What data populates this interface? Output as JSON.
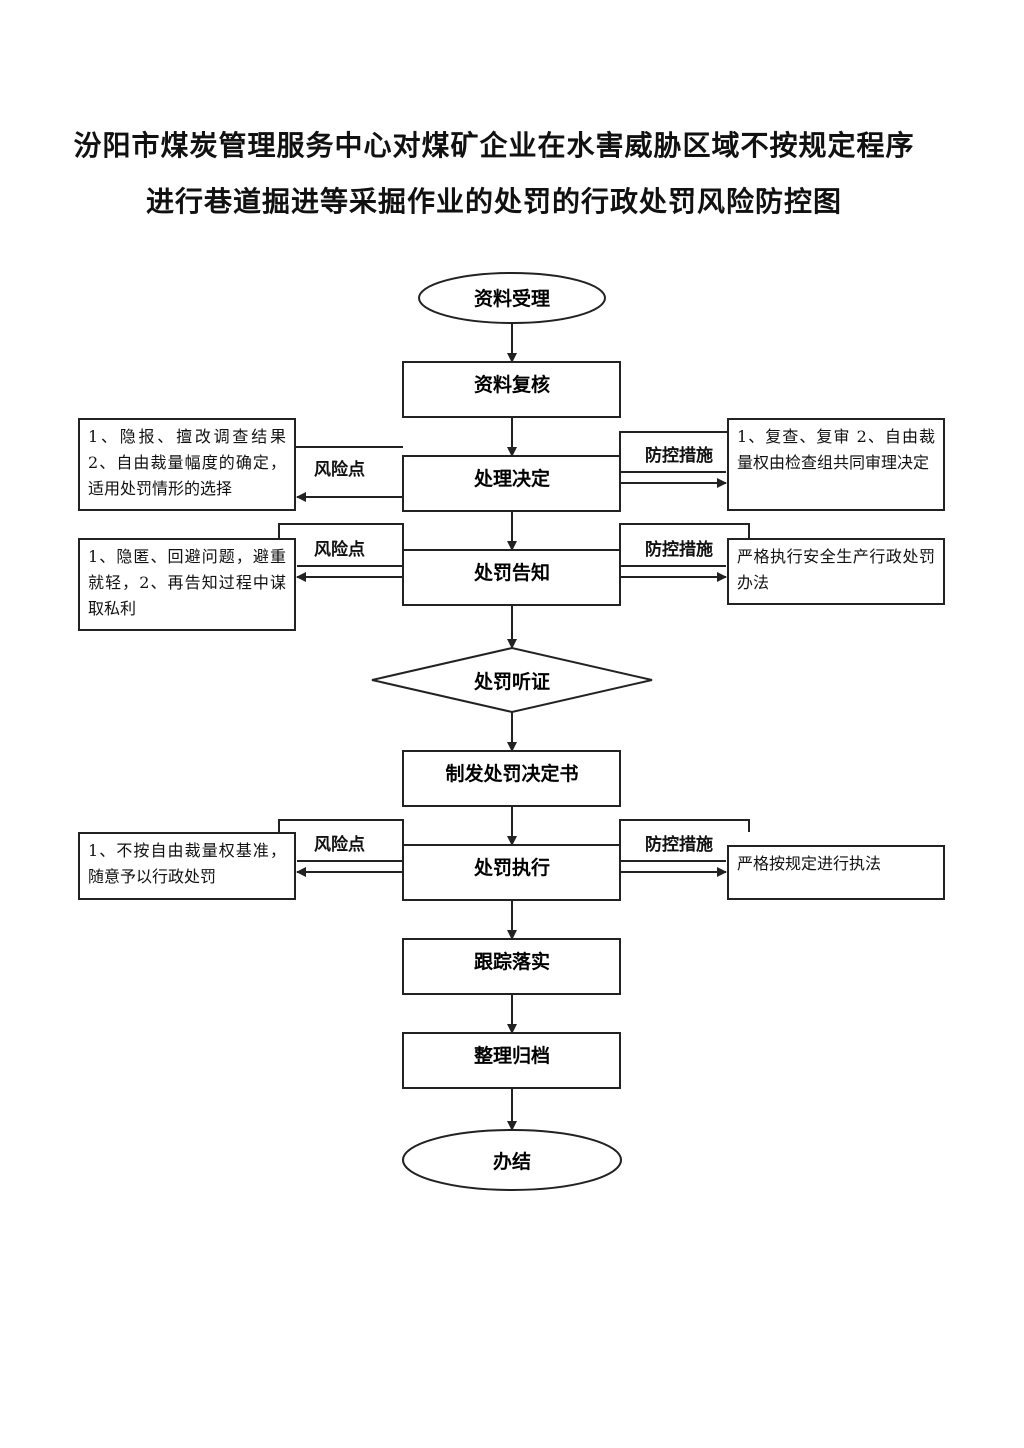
{
  "title": {
    "line1": "汾阳市煤炭管理服务中心对煤矿企业在水害威胁区域不按规定程序",
    "line2": "进行巷道掘进等采掘作业的处罚的行政处罚风险防控图"
  },
  "nodes": {
    "accept": "资料受理",
    "review": "资料复核",
    "decision": "处理决定",
    "notify": "处罚告知",
    "hearing": "处罚听证",
    "issue": "制发处罚决定书",
    "execute": "处罚执行",
    "track": "跟踪落实",
    "archive": "整理归档",
    "close": "办结"
  },
  "tags": {
    "risk": "风险点",
    "control": "防控措施"
  },
  "risks": {
    "decision": "1、隐报、擅改调查结果 2、自由裁量幅度的确定，适用处罚情形的选择",
    "notify": "1、隐匿、回避问题，避重就轻，2、再告知过程中谋取私利",
    "execute": "1、不按自由裁量权基准，随意予以行政处罚"
  },
  "controls": {
    "decision": "1、复查、复审 2、自由裁量权由检查组共同审理决定",
    "notify": "严格执行安全生产行政处罚办法",
    "execute": "严格按规定进行执法"
  }
}
